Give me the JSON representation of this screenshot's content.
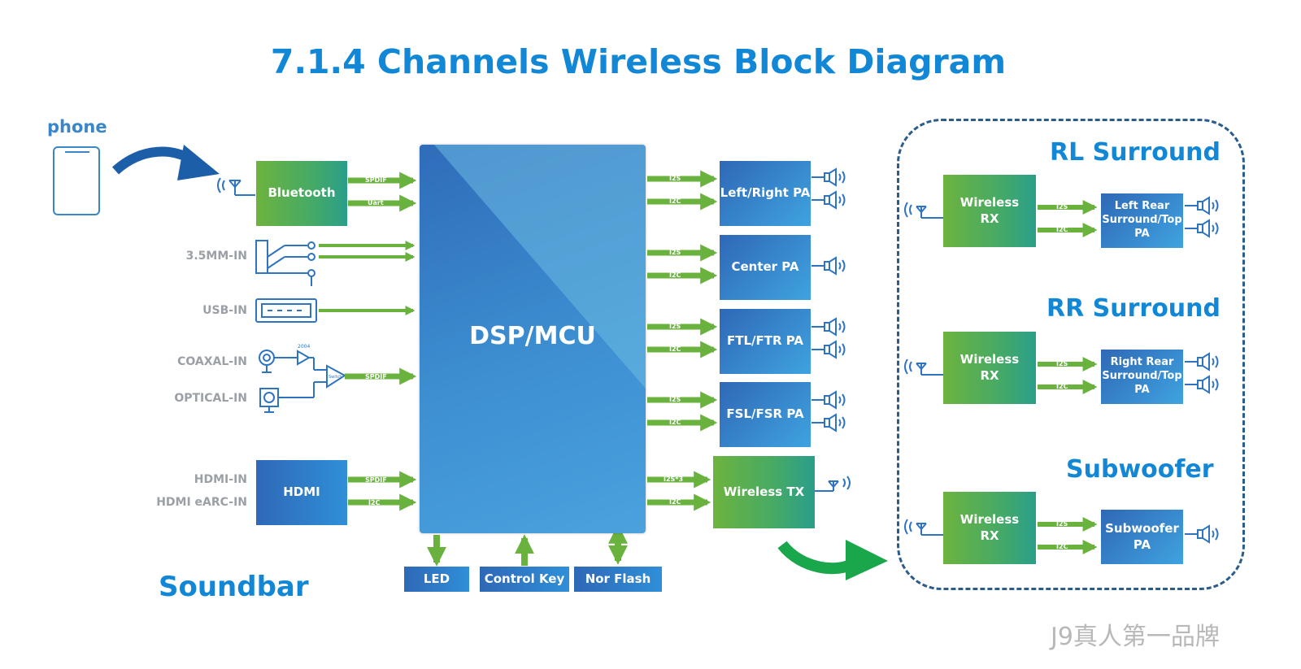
{
  "title": "7.1.4 Channels Wireless Block Diagram",
  "phone": {
    "label": "phone",
    "icon": "phone-icon"
  },
  "inputs": {
    "jack": "3.5MM-IN",
    "usb": "USB-IN",
    "coax": "COAXAL-IN",
    "optical": "OPTICAL-IN",
    "hdmi_in": "HDMI-IN",
    "hdmi_earc": "HDMI eARC-IN",
    "small_chip_a": "2004",
    "small_chip_b": "Switch"
  },
  "blocks": {
    "bluetooth": "Bluetooth",
    "hdmi": "HDMI",
    "dsp": "DSP/MCU",
    "lr_pa": "Left/Right PA",
    "center_pa": "Center PA",
    "ftl_pa": "FTL/FTR PA",
    "fsl_pa": "FSL/FSR PA",
    "wireless_tx": "Wireless TX",
    "led": "LED",
    "control_key": "Control Key",
    "nor_flash": "Nor Flash"
  },
  "signals": {
    "spdif": "SPDIF",
    "uart": "Uart",
    "i2s": "I2S",
    "i2c": "I2C",
    "i2s3": "I2S*3"
  },
  "soundbar_label": "Soundbar",
  "remote": {
    "rl": {
      "title": "RL Surround",
      "rx": "Wireless\nRX",
      "pa": "Left Rear\nSurround/Top\nPA"
    },
    "rr": {
      "title": "RR Surround",
      "rx": "Wireless\nRX",
      "pa": "Right Rear\nSurround/Top\nPA"
    },
    "sub": {
      "title": "Subwoofer",
      "rx": "Wireless\nRX",
      "pa": "Subwoofer\nPA"
    }
  },
  "watermark": "J9真人第一品牌",
  "colors": {
    "title_blue": "#1187d6",
    "arrow_green": "#6ab23e",
    "line_blue": "#2f74c0",
    "phone_blue": "#3a86c8",
    "dash_blue": "#2a5d8c",
    "label_gray": "#9aa0a6"
  }
}
